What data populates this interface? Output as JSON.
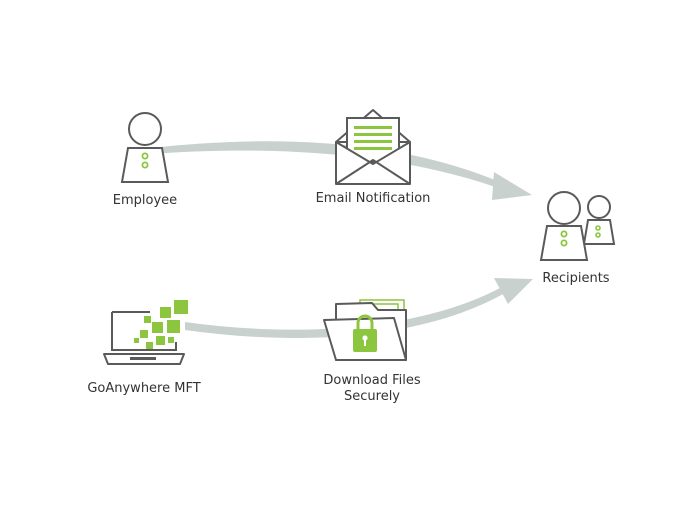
{
  "nodes": {
    "employee": {
      "label": "Employee"
    },
    "email_notification": {
      "label": "Email Notification"
    },
    "recipients": {
      "label": "Recipients"
    },
    "goanywhere": {
      "label": "GoAnywhere MFT"
    },
    "download_files": {
      "label_line1": "Download Files",
      "label_line2": "Securely"
    }
  },
  "colors": {
    "accent": "#8cc63f",
    "outline": "#5a5a5a",
    "arrow": "#c9d1ce",
    "text": "#333333"
  }
}
